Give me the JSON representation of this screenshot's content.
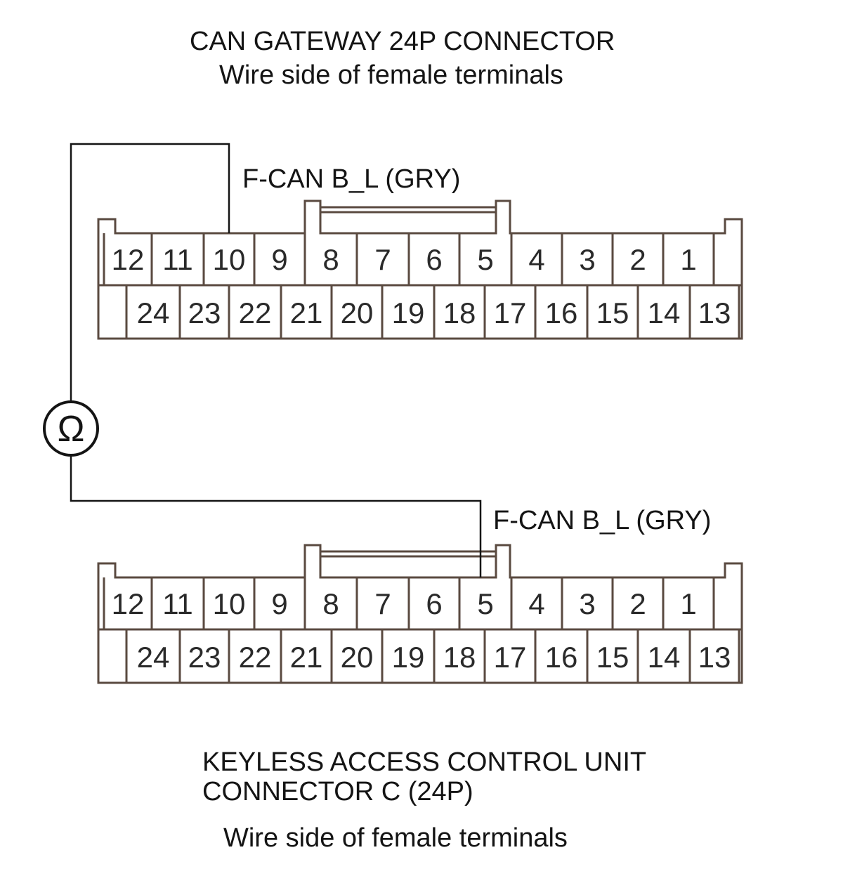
{
  "top_connector": {
    "title": "CAN GATEWAY 24P CONNECTOR",
    "subtitle": "Wire side of female terminals",
    "wire_label": "F-CAN B_L (GRY)",
    "probe_terminal": "10",
    "row1": [
      "12",
      "11",
      "10",
      "9",
      "8",
      "7",
      "6",
      "5",
      "4",
      "3",
      "2",
      "1"
    ],
    "row2": [
      "24",
      "23",
      "22",
      "21",
      "20",
      "19",
      "18",
      "17",
      "16",
      "15",
      "14",
      "13"
    ]
  },
  "bottom_connector": {
    "title_line1": "KEYLESS ACCESS CONTROL UNIT",
    "title_line2": "CONNECTOR C (24P)",
    "subtitle": "Wire side of female terminals",
    "wire_label": "F-CAN B_L (GRY)",
    "probe_terminal": "5",
    "row1": [
      "12",
      "11",
      "10",
      "9",
      "8",
      "7",
      "6",
      "5",
      "4",
      "3",
      "2",
      "1"
    ],
    "row2": [
      "24",
      "23",
      "22",
      "21",
      "20",
      "19",
      "18",
      "17",
      "16",
      "15",
      "14",
      "13"
    ]
  },
  "meter": {
    "symbol": "Ω",
    "icon": "ohmmeter-icon"
  },
  "colors": {
    "line": "#141414",
    "connector_edge": "#5a4a40"
  }
}
